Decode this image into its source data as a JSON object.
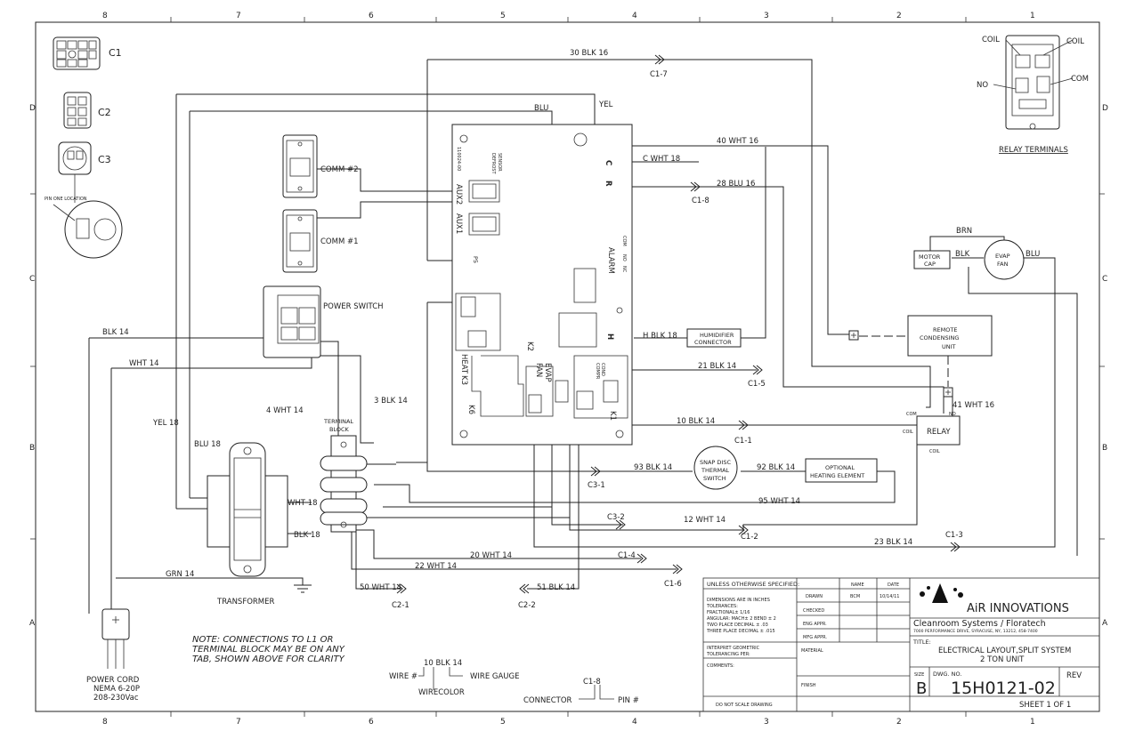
{
  "border": {
    "columns_top": [
      "8",
      "7",
      "6",
      "5",
      "4",
      "3",
      "2",
      "1"
    ],
    "columns_bottom": [
      "8",
      "7",
      "6",
      "5",
      "4",
      "3",
      "2",
      "1"
    ],
    "rows_left": [
      "D",
      "C",
      "B",
      "A"
    ],
    "rows_right": [
      "D",
      "C",
      "B",
      "A"
    ]
  },
  "connectors": {
    "c1": "C1",
    "c2": "C2",
    "c3": "C3",
    "pin_locator": "PIN ONE LOCATION"
  },
  "relay_terminals": {
    "coil_left": "COIL",
    "coil_right": "COIL",
    "no": "NO",
    "com": "COM",
    "caption": "RELAY TERMINALS"
  },
  "comm_jacks": {
    "comm2": "COMM #2",
    "comm1": "COMM #1"
  },
  "power_switch": {
    "label": "POWER SWITCH"
  },
  "terminal_block": {
    "line1": "TERMINAL",
    "line2": "BLOCK"
  },
  "transformer": {
    "label": "TRANSFORMER"
  },
  "power_cord": {
    "line1": "POWER CORD",
    "line2": "NEMA 6-20P",
    "line3": "208-230Vac"
  },
  "board": {
    "part_no": "110024-00",
    "defrost": "DEFROST",
    "sensor": "SENSOR",
    "c": "C",
    "r": "R",
    "aux2": "AUX2",
    "aux1": "AUX1",
    "p5": "P5",
    "com": "COM",
    "no": "NO",
    "nc": "NC",
    "alarm": "ALARM",
    "heat": "HEAT",
    "k3": "K3",
    "k6": "K6",
    "k2": "K2",
    "evap": "EVAP",
    "fan": "FAN",
    "cond": "COND",
    "compr": "COMPR",
    "k1": "K1",
    "h": "H"
  },
  "wires": {
    "w30blk16": "30 BLK 16",
    "c1_7": "C1-7",
    "yel": "YEL",
    "blu": "BLU",
    "w40wht16": "40 WHT 16",
    "cwht18": "C WHT 18",
    "w28blu16": "28 BLU 16",
    "c1_8": "C1-8",
    "brn": "BRN",
    "blk": "BLK",
    "blu2": "BLU",
    "blk14": "BLK 14",
    "wht14": "WHT 14",
    "hblk18": "H BLK 18",
    "w21blk14": "21 BLK 14",
    "c1_5": "C1-5",
    "w3blk14": "3 BLK 14",
    "w4wht14": "4 WHT 14",
    "w41wht16": "41 WHT 16",
    "yel18": "YEL 18",
    "blu18": "BLU 18",
    "w10blk14": "10 BLK 14",
    "c1_1": "C1-1",
    "w93blk14": "93 BLK 14",
    "c3_1": "C3-1",
    "w92blk14": "92 BLK 14",
    "wht18": "WHT 18",
    "w95wht14": "95 WHT 14",
    "c3_2": "C3-2",
    "w12wht14": "12 WHT 14",
    "c1_2": "C1-2",
    "blk18": "BLK 18",
    "w23blk14": "23 BLK 14",
    "c1_3": "C1-3",
    "w20wht14": "20 WHT 14",
    "c1_4": "C1-4",
    "w22wht14": "22 WHT 14",
    "c1_6": "C1-6",
    "grn14": "GRN 14",
    "w50wht14": "50 WHT 14",
    "c2_1": "C2-1",
    "w51blk14": "51 BLK 14",
    "c2_2": "C2-2"
  },
  "components": {
    "motor_cap_1": "MOTOR",
    "motor_cap_2": "CAP",
    "evap_fan_1": "EVAP",
    "evap_fan_2": "FAN",
    "remote_1": "REMOTE",
    "remote_2": "CONDENSING",
    "remote_3": "UNIT",
    "humid_1": "HUMIDIFIER",
    "humid_2": "CONNECTOR",
    "relay": "RELAY",
    "relay_com": "COM",
    "relay_no": "NO",
    "relay_coil1": "COIL",
    "relay_coil2": "COIL",
    "snap_1": "SNAP DISC",
    "snap_2": "THERMAL",
    "snap_3": "SWITCH",
    "heat_1": "OPTIONAL",
    "heat_2": "HEATING ELEMENT"
  },
  "note": {
    "line1": "NOTE:  CONNECTIONS TO L1 OR",
    "line2": "TERMINAL BLOCK MAY BE ON ANY",
    "line3": "TAB, SHOWN ABOVE FOR CLARITY"
  },
  "legend": {
    "wire_label": "10 BLK 14",
    "wire_no": "WIRE #",
    "wire_gauge": "WIRE GAUGE",
    "wire_color": "WIRECOLOR",
    "conn_label": "C1-8",
    "connector": "CONNECTOR",
    "pin": "PIN #"
  },
  "title_block": {
    "unless": "UNLESS OTHERWISE SPECIFIED:",
    "name_hdr": "NAME",
    "date_hdr": "DATE",
    "drawn": "DRAWN",
    "drawn_name": "BCM",
    "drawn_date": "10/14/11",
    "checked": "CHECKED",
    "eng_appr": "ENG APPR.",
    "mfg_appr": "MFG APPR.",
    "tol_1": "DIMENSIONS ARE IN INCHES",
    "tol_2": "TOLERANCES:",
    "tol_3": "FRACTIONAL± 1/16",
    "tol_4": "ANGULAR: MACH± 2  BEND ± 2",
    "tol_5": "TWO PLACE DECIMAL   ± .03",
    "tol_6": "THREE PLACE DECIMAL  ± .015",
    "interp_1": "INTERPRET GEOMETRIC",
    "interp_2": "TOLERANCING PER:",
    "material": "MATERIAL",
    "finish": "FINISH",
    "comments": "COMMENTS:",
    "do_not_scale": "DO NOT SCALE DRAWING",
    "company": "AiR INNOVATIONS",
    "subco": "Cleanroom Systems  /  Floratech",
    "address": "7000 PERFORMANCE DRIVE, SYRACUSE, NY, 13212, 458-7400",
    "title_hdr": "TITLE:",
    "title_1": "ELECTRICAL LAYOUT,SPLIT SYSTEM",
    "title_2": "2 TON UNIT",
    "size_hdr": "SIZE",
    "size": "B",
    "dwg_hdr": "DWG.  NO.",
    "dwg_no": "15H0121-02",
    "rev_hdr": "REV",
    "sheet": "SHEET 1 OF 1"
  }
}
